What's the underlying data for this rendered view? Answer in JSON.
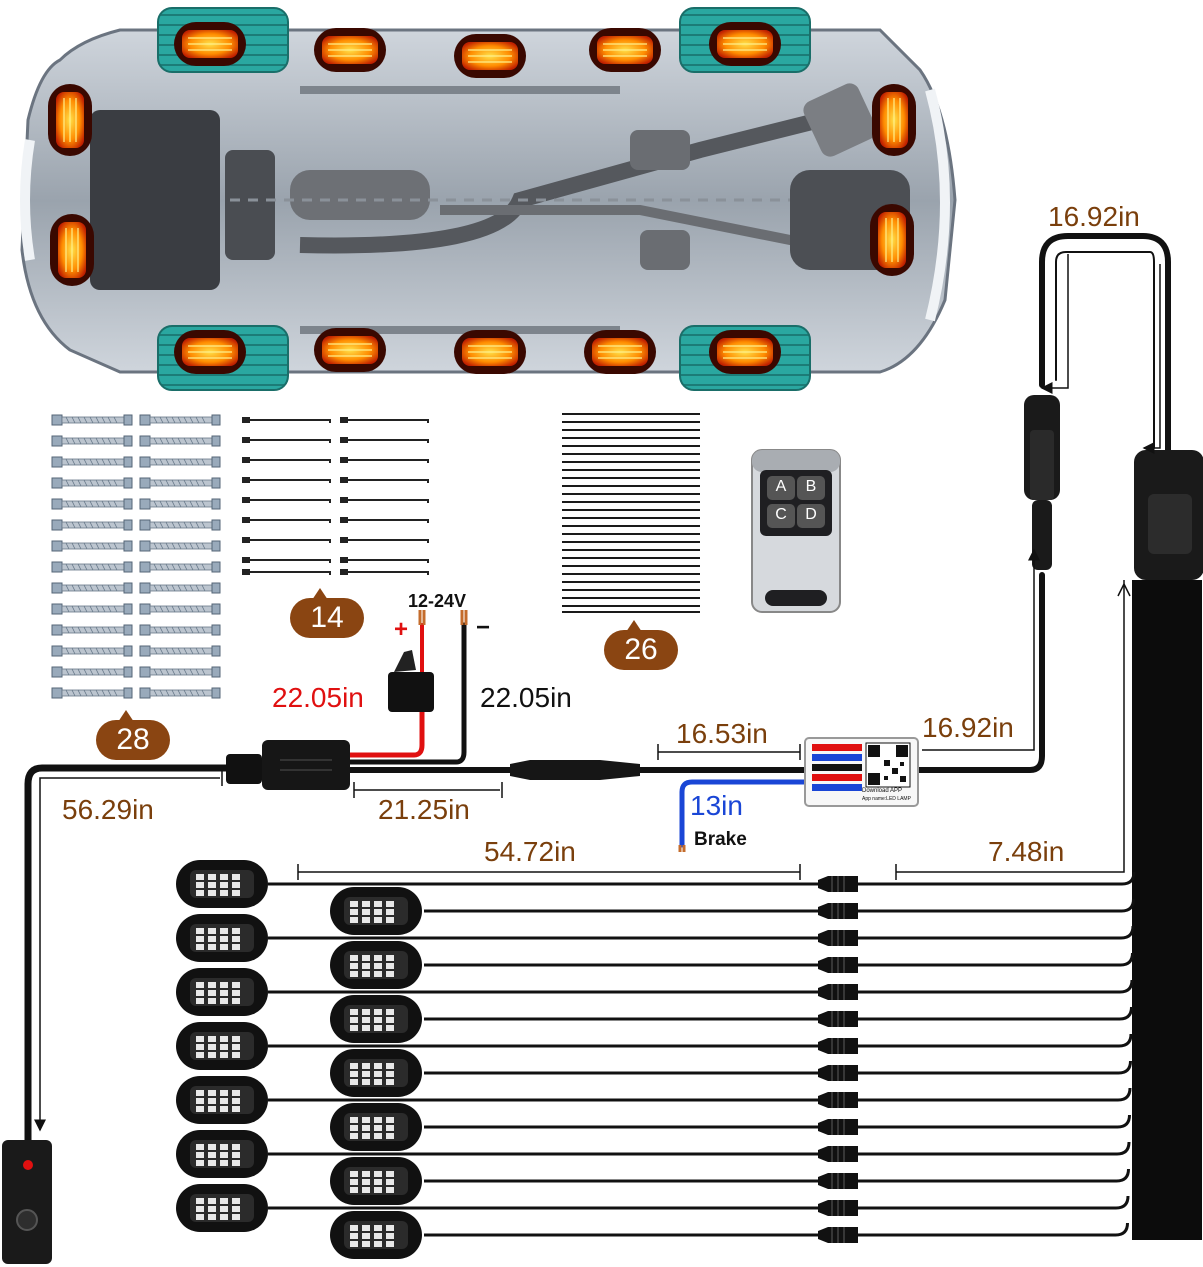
{
  "labels": {
    "top_right_len": "16.92in",
    "pos_len": "22.05in",
    "neg_len": "22.05in",
    "voltage": "12-24V",
    "plus": "+",
    "minus": "−",
    "switch_len": "56.29in",
    "harness_len": "21.25in",
    "ext_len": "16.53in",
    "ctrl_out_len": "16.92in",
    "brake_len": "13in",
    "brake": "Brake",
    "branch_len": "54.72in",
    "drop_len": "7.48in"
  },
  "counts": {
    "screws": "28",
    "ties_short": "14",
    "ties_long": "26"
  },
  "remote_buttons": [
    "A",
    "B",
    "C",
    "D"
  ],
  "controller_text": [
    "Download APP",
    "App name:LED LAMP"
  ],
  "colors": {
    "dimension_text": "#7a3f0c",
    "positive_wire": "#e01010",
    "brake_wire": "#1a46d6",
    "tire": "#2aa7a0",
    "pod_glow": "#ff9a00",
    "bubble": "#8a4512"
  }
}
